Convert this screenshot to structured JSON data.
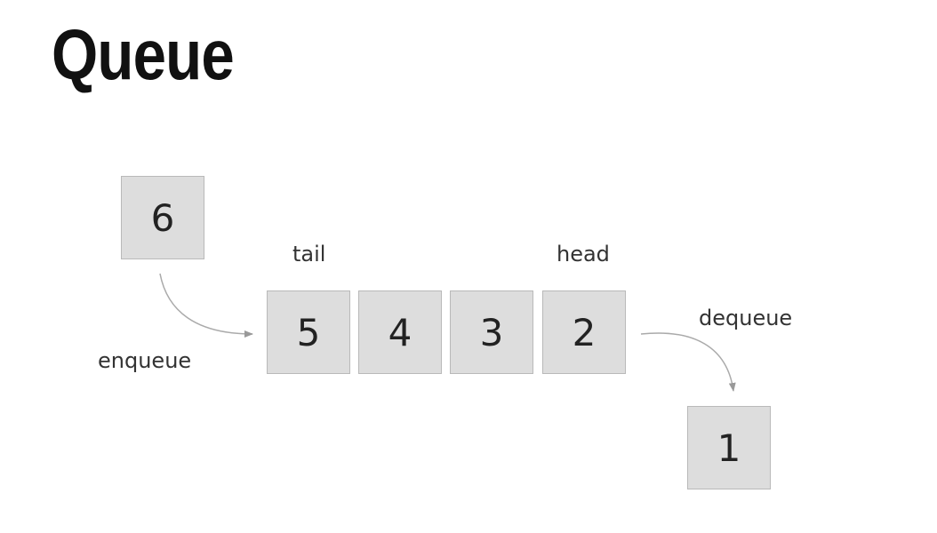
{
  "title": "Queue",
  "incoming": "6",
  "queue": [
    "5",
    "4",
    "3",
    "2"
  ],
  "outgoing": "1",
  "labels": {
    "tail": "tail",
    "head": "head",
    "enqueue": "enqueue",
    "dequeue": "dequeue"
  },
  "colors": {
    "box_fill": "#dddddd",
    "box_border": "#b9b9b9",
    "arrow": "#999999",
    "text": "#222222"
  }
}
